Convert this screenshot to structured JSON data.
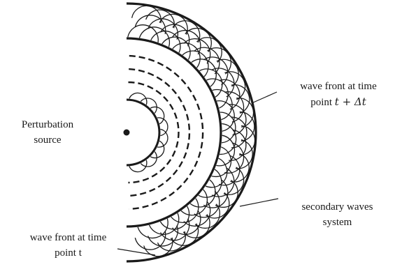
{
  "labels": {
    "perturbation_source": [
      "Perturbation",
      "source"
    ],
    "front_after": {
      "line1": "wave front at time",
      "line2_prefix": "point ",
      "line2_math": "t + Δt"
    },
    "secondary_waves": [
      "secondary waves",
      "system"
    ],
    "front_at_t": [
      "wave front at time",
      "point t"
    ]
  },
  "colors": {
    "ink": "#1a1a1a",
    "background": "#ffffff"
  }
}
